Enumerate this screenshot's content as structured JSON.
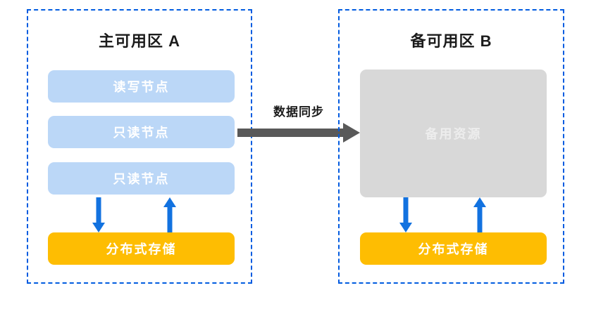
{
  "diagram": {
    "type": "architecture-diagram",
    "background_color": "#FFFFFF",
    "zones": [
      {
        "id": "primary",
        "title": "主可用区 A",
        "border_color": "#005BE0",
        "border_style": "dashed",
        "nodes": [
          {
            "id": "rw-node",
            "label": "读写节点",
            "fill": "#BBD7F7",
            "text_color": "#FFFFFF"
          },
          {
            "id": "ro-node-1",
            "label": "只读节点",
            "fill": "#BBD7F7",
            "text_color": "#FFFFFF"
          },
          {
            "id": "ro-node-2",
            "label": "只读节点",
            "fill": "#BBD7F7",
            "text_color": "#FFFFFF"
          },
          {
            "id": "storage-node-a",
            "label": "分布式存储",
            "fill": "#FEBD02",
            "text_color": "#FFFFFF"
          }
        ]
      },
      {
        "id": "standby",
        "title": "备可用区 B",
        "border_color": "#005BE0",
        "border_style": "dashed",
        "nodes": [
          {
            "id": "standby-resource",
            "label": "备用资源",
            "fill": "#D8D8D8",
            "text_color": "#EDEDED"
          },
          {
            "id": "storage-node-b",
            "label": "分布式存储",
            "fill": "#FEBD02",
            "text_color": "#FFFFFF"
          }
        ]
      }
    ],
    "connectors": [
      {
        "id": "sync-connector",
        "label": "数据同步",
        "direction": "left-to-right",
        "color": "#595959",
        "from": "primary",
        "to": "standby"
      },
      {
        "id": "arrow-a-down",
        "direction": "down",
        "color": "#1272E0",
        "from": "ro-node-2",
        "to": "storage-node-a"
      },
      {
        "id": "arrow-a-up",
        "direction": "up",
        "color": "#1272E0",
        "from": "storage-node-a",
        "to": "ro-node-2"
      },
      {
        "id": "arrow-b-down",
        "direction": "down",
        "color": "#1272E0",
        "from": "standby-resource",
        "to": "storage-node-b"
      },
      {
        "id": "arrow-b-up",
        "direction": "up",
        "color": "#1272E0",
        "from": "storage-node-b",
        "to": "standby-resource"
      }
    ]
  }
}
